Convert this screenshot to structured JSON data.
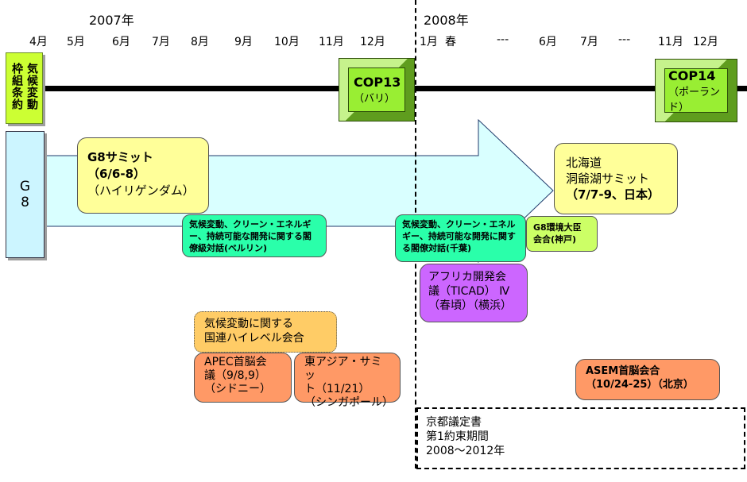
{
  "years": {
    "y2007": "2007年",
    "y2008": "2008年"
  },
  "months": {
    "m2007": [
      "4月",
      "5月",
      "6月",
      "7月",
      "8月",
      "9月",
      "10月",
      "11月",
      "12月"
    ],
    "m2008": [
      "1月",
      "春",
      "---",
      "6月",
      "7月",
      "---",
      "11月",
      "12月"
    ]
  },
  "rows": {
    "unfccc_label_col1": "気候変動",
    "unfccc_label_col2": "枠組条約",
    "g8_label": "G 8"
  },
  "cop13": {
    "title": "COP13",
    "location": "（バリ）"
  },
  "cop14": {
    "title": "COP14",
    "location": "（ポーランド）"
  },
  "g8_summit_2007": {
    "title": "G8サミット",
    "date": "（6/6-8）",
    "location": "（ハイリゲンダム）"
  },
  "g8_summit_2008": {
    "line1": "北海道",
    "line2": "洞爺湖サミット",
    "line3": "（7/7-9、日本）"
  },
  "dialogue_berlin": {
    "text": "気候変動、クリーン・エネルギー、持続可能な開発に関する閣僚級対話(ベルリン)"
  },
  "dialogue_chiba": {
    "text": "気候変動、クリーン・エネルギー、持続可能な開発に関する閣僚対話(千葉)"
  },
  "g8_env_ministers": {
    "line1": "G8環境大臣",
    "line2": "会合(神戸)"
  },
  "ticad": {
    "line1": "アフリカ開発会",
    "line2": "議（TICAD） Ⅳ",
    "line3": "（春頃）（横浜）"
  },
  "un_high_level": {
    "line1": "気候変動に関する",
    "line2": "国連ハイレベル会合"
  },
  "apec": {
    "line1": "APEC首脳会",
    "line2": "議（9/8,9）",
    "line3": "（シドニー）"
  },
  "east_asia": {
    "line1": "東アジア・サミッ",
    "line2": "ト（11/21）",
    "line3": "（シンガポール）"
  },
  "asem": {
    "line1": "ASEM首脳会合",
    "line2": "（10/24-25）（北京）"
  },
  "kyoto": {
    "line1": "京都議定書",
    "line2": "第1約束期間",
    "line3": "2008～2012年"
  },
  "colors": {
    "unfccc": "#ccff33",
    "g8_row": "#ccf5ff",
    "cop": "#99ee33",
    "summit": "#ffff99",
    "dialogue": "#2affaa",
    "ministers": "#ccff66",
    "ticad": "#cc66ff",
    "un_meeting": "#ffcc66",
    "regional": "#ff9966"
  }
}
